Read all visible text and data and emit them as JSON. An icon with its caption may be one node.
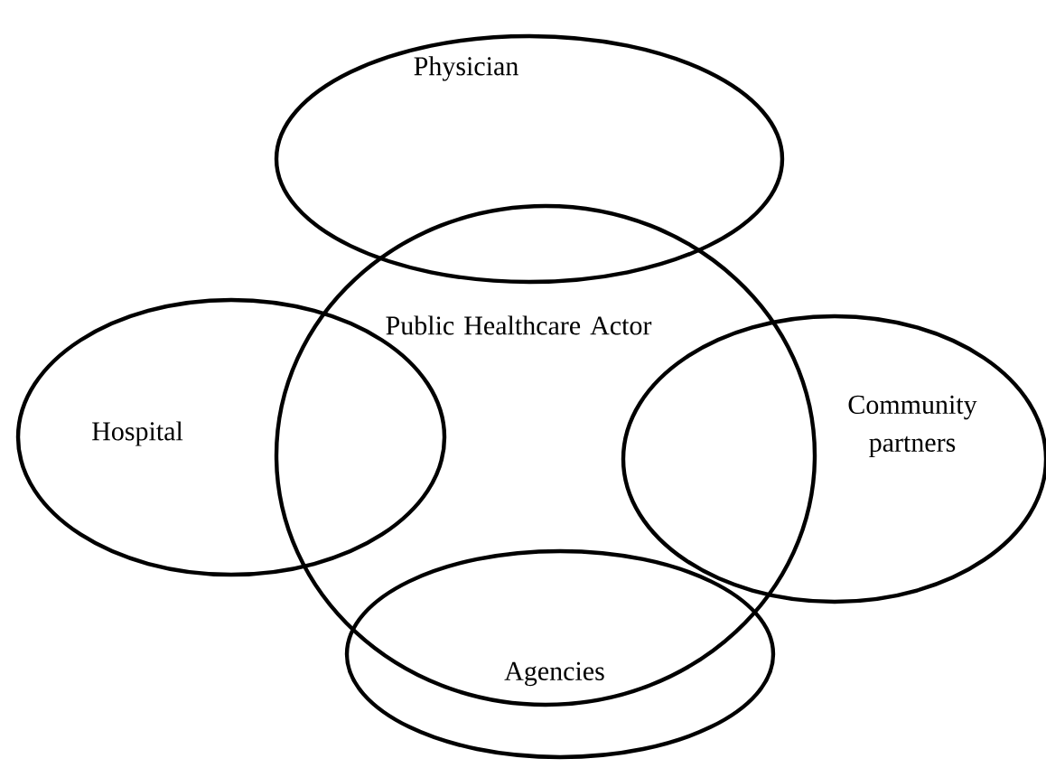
{
  "diagram": {
    "nodes": [
      {
        "text": [
          "Physician"
        ]
      },
      {
        "text": [
          "Public Healthcare Actor"
        ]
      },
      {
        "text": [
          "Hospital"
        ]
      },
      {
        "text": [
          "Community partners"
        ]
      },
      {
        "text": [
          "Agencies"
        ]
      }
    ]
  }
}
